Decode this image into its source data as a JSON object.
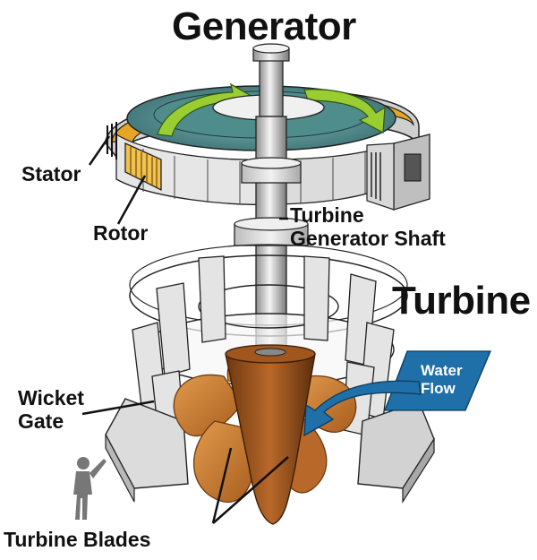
{
  "title": "Generator",
  "labels": {
    "stator": "Stator",
    "rotor": "Rotor",
    "shaft_line1": "Turbine",
    "shaft_line2": "Generator Shaft",
    "turbine": "Turbine",
    "wicket_line1": "Wicket",
    "wicket_line2": "Gate",
    "water_line1": "Water",
    "water_line2": "Flow",
    "blades": "Turbine Blades"
  },
  "colors": {
    "metal": "#d9d9d9",
    "metal_dark": "#8a8a8a",
    "rotor": "#d9822b",
    "stator_coil": "#e8a524",
    "arrow_green": "#9acd32",
    "water": "#1f6fa8",
    "blade": "#c8772a",
    "blade_dark": "#8a4a16"
  },
  "icons": [
    "person-silhouette-icon",
    "water-flow-arrow-icon",
    "rotation-arrow-icon"
  ]
}
